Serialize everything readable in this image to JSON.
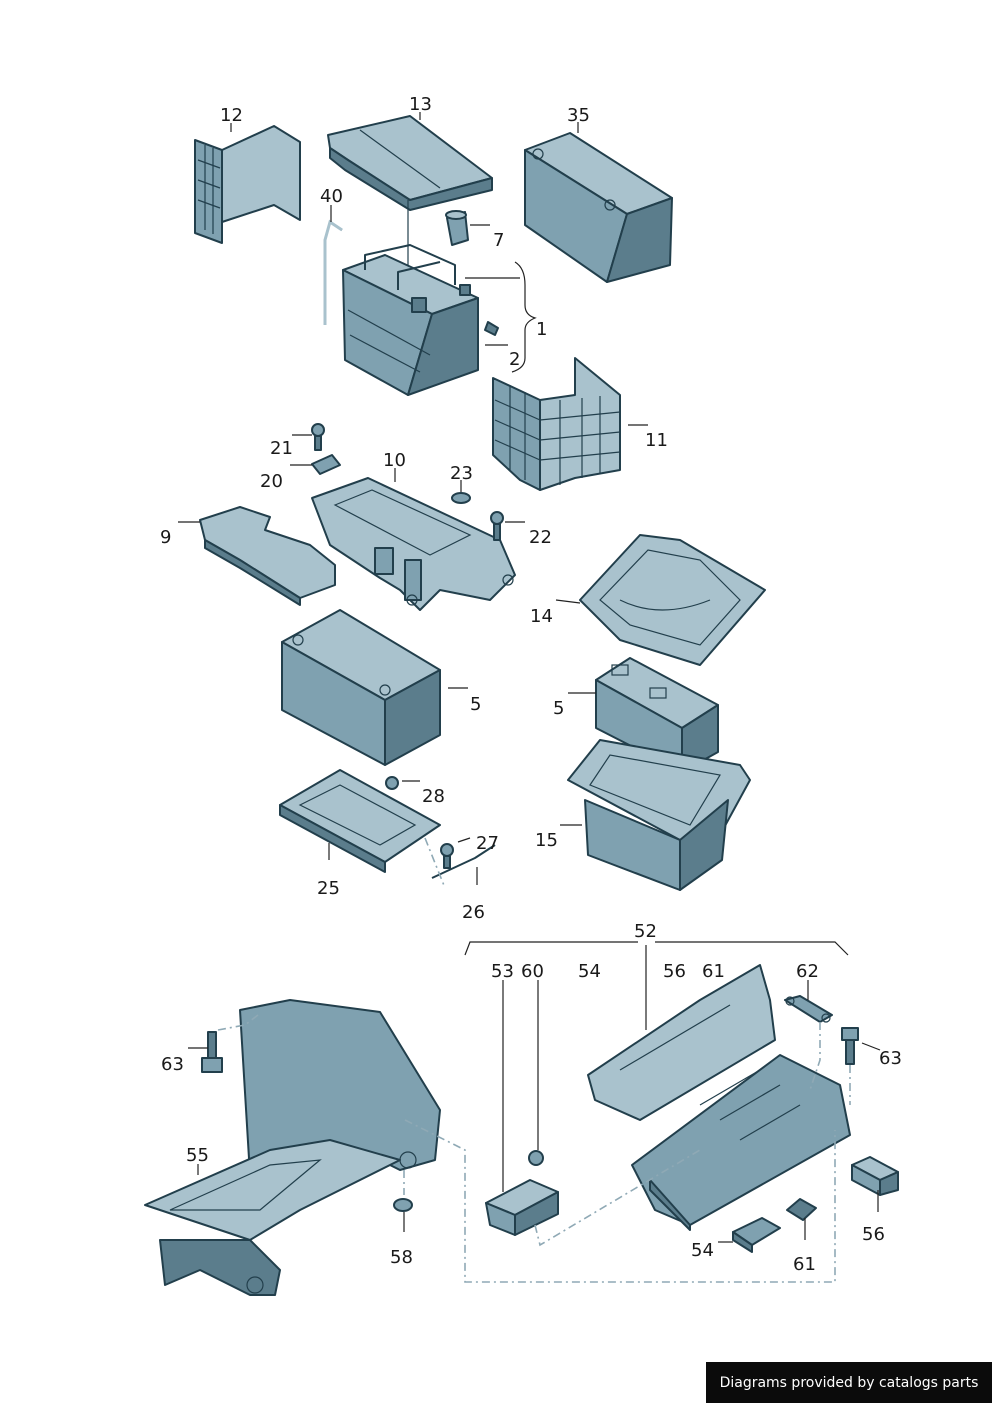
{
  "colors": {
    "part_fill": "#7fa1b0",
    "part_light": "#a9c2cd",
    "part_dark": "#5b7d8c",
    "outline": "#223f4c",
    "footer_bg": "#0b0b0b",
    "footer_text": "#ffffff"
  },
  "callouts": {
    "c1": "1",
    "c2": "2",
    "c5a": "5",
    "c5b": "5",
    "c7": "7",
    "c9": "9",
    "c10": "10",
    "c11": "11",
    "c12": "12",
    "c13": "13",
    "c14": "14",
    "c15": "15",
    "c20": "20",
    "c21": "21",
    "c22": "22",
    "c23": "23",
    "c25": "25",
    "c26": "26",
    "c27": "27",
    "c28": "28",
    "c35": "35",
    "c40": "40",
    "c52": "52",
    "c53": "53",
    "c54a": "54",
    "c54b": "54",
    "c55": "55",
    "c56a": "56",
    "c56b": "56",
    "c58": "58",
    "c60": "60",
    "c61a": "61",
    "c61b": "61",
    "c62": "62",
    "c63a": "63",
    "c63b": "63"
  },
  "footer": {
    "text": "Diagrams provided by catalogs parts"
  }
}
